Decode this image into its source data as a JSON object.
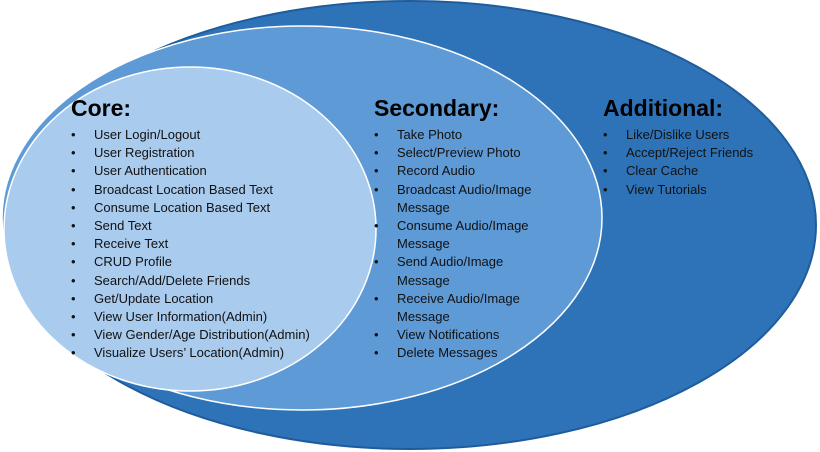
{
  "colors": {
    "outer": "#2e73b8",
    "middle": "#5d9ad6",
    "inner": "#a9cbee",
    "outer_stroke": "#1f5c9c",
    "inner_stroke": "#ffffff"
  },
  "core": {
    "title": "Core:",
    "items": [
      "User Login/Logout",
      "User Registration",
      "User Authentication",
      "Broadcast Location Based Text",
      "Consume Location Based Text",
      "Send Text",
      "Receive Text",
      "CRUD Profile",
      "Search/Add/Delete Friends",
      "Get/Update Location",
      "View User Information(Admin)",
      "View Gender/Age Distribution(Admin)",
      " Visualize Users’ Location(Admin)"
    ]
  },
  "secondary": {
    "title": "Secondary:",
    "items": [
      "Take Photo",
      "Select/Preview Photo",
      "Record Audio",
      "Broadcast Audio/Image Message",
      "Consume Audio/Image Message",
      "Send Audio/Image Message",
      "Receive Audio/Image Message",
      "View Notifications",
      "Delete Messages"
    ]
  },
  "additional": {
    "title": "Additional:",
    "items": [
      "Like/Dislike Users",
      "Accept/Reject Friends",
      "Clear Cache",
      "View Tutorials"
    ]
  }
}
